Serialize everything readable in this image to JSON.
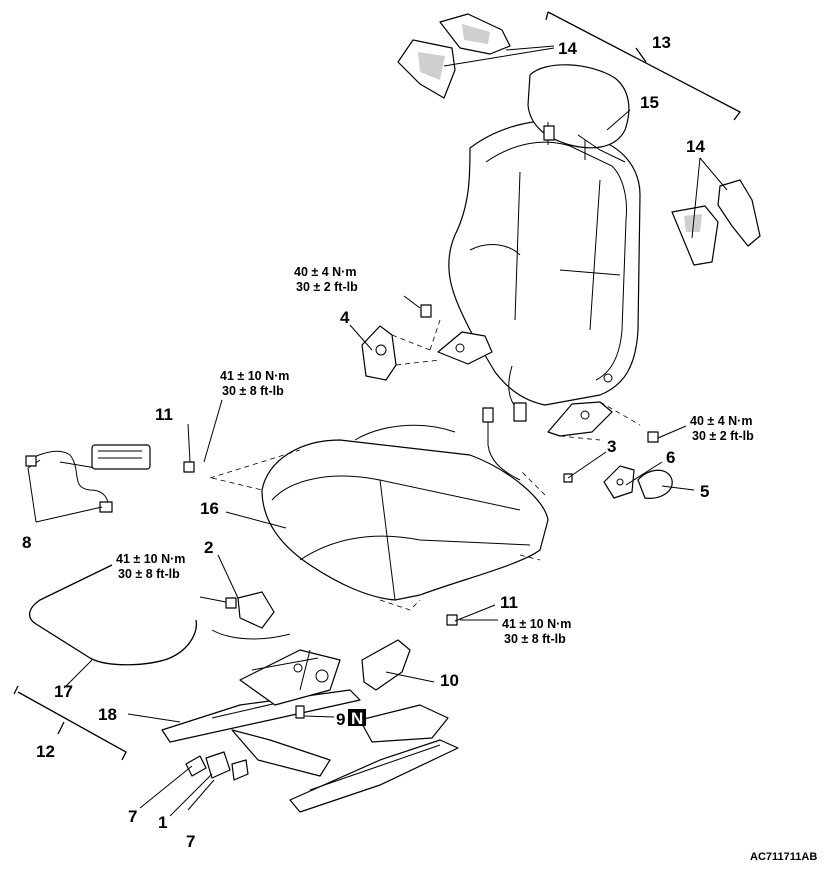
{
  "callouts": {
    "c1": "1",
    "c2": "2",
    "c3": "3",
    "c4": "4",
    "c5": "5",
    "c6": "6",
    "c7a": "7",
    "c7b": "7",
    "c8": "8",
    "c9": "9",
    "c10": "10",
    "c11a": "11",
    "c11b": "11",
    "c12": "12",
    "c13": "13",
    "c14a": "14",
    "c14b": "14",
    "c15": "15",
    "c16": "16",
    "c17": "17",
    "c18": "18"
  },
  "new_part_mark": "N",
  "torques": {
    "recliner_upper": {
      "nm": "40 ± 4 N·m",
      "ftlb": "30 ± 2 ft-lb"
    },
    "recliner_right": {
      "nm": "40 ± 4 N·m",
      "ftlb": "30 ± 2 ft-lb"
    },
    "cushion_left": {
      "nm": "41 ± 10 N·m",
      "ftlb": "30 ± 8 ft-lb"
    },
    "buckle": {
      "nm": "41 ± 10 N·m",
      "ftlb": "30 ± 8 ft-lb"
    },
    "cushion_front": {
      "nm": "41 ± 10 N·m",
      "ftlb": "30 ± 8 ft-lb"
    }
  },
  "figure_code": "AC711711AB"
}
